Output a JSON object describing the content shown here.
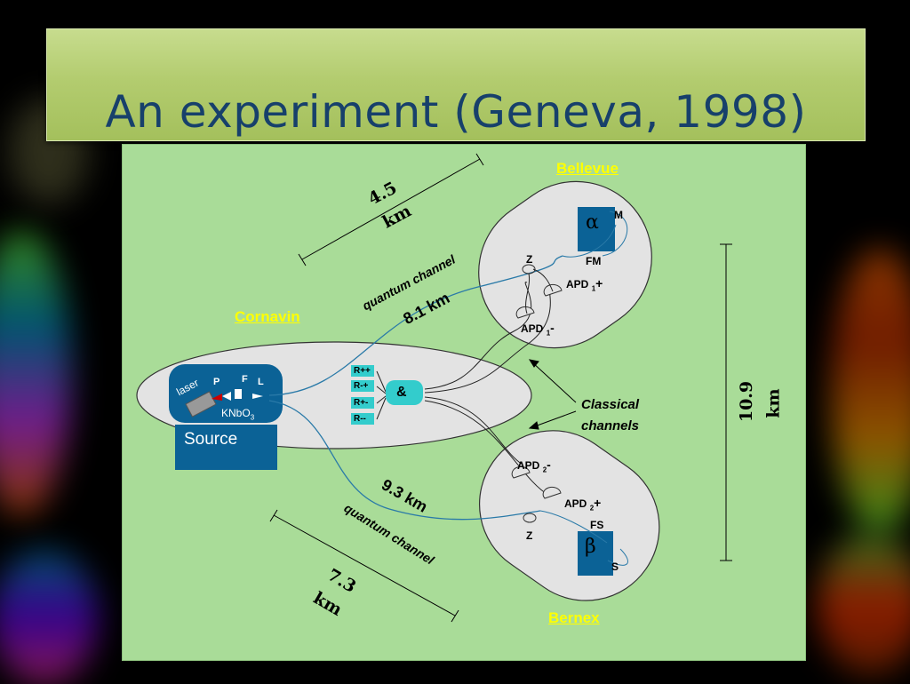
{
  "slide": {
    "title": "An experiment (Geneva, 1998)"
  },
  "diagram": {
    "places": {
      "bellevue": "Bellevue",
      "cornavin": "Cornavin",
      "bernex": "Bernex"
    },
    "distances": {
      "top_line_num": "4.5",
      "top_line_unit": "km",
      "upper_channel": "8.1 km",
      "lower_channel": "9.3 km",
      "bottom_line_num": "7.3",
      "bottom_line_unit": "km",
      "vertical_line_num": "10.9",
      "vertical_line_unit": "km"
    },
    "channels": {
      "quantum_upper": "quantum channel",
      "quantum_lower": "quantum channel",
      "classical_line1": "Classical",
      "classical_line2": "channels"
    },
    "source": {
      "label": "Source",
      "laser": "laser",
      "p": "P",
      "f": "F",
      "l": "L",
      "crystal": "KNbO",
      "crystal_sub": "3"
    },
    "coincidence": {
      "and": "&",
      "r1": "R++",
      "r2": "R-+",
      "r3": "R+-",
      "r4": "R--"
    },
    "bellevue_station": {
      "alpha": "α",
      "m_partial": "M",
      "fm": "FM",
      "z": "Z",
      "apd_plus": "APD",
      "apd_plus_sub": "1",
      "apd_plus_sign": "+",
      "apd_minus": "APD",
      "apd_minus_sub": "1",
      "apd_minus_sign": "-"
    },
    "bernex_station": {
      "beta": "β",
      "s_partial": "S",
      "fs": "FS",
      "z": "Z",
      "apd_plus": "APD",
      "apd_plus_sub": "2",
      "apd_plus_sign": "+",
      "apd_minus": "APD",
      "apd_minus_sub": "2",
      "apd_minus_sign": "-"
    }
  },
  "colors": {
    "title_text": "#17406b",
    "panel_bg": "#a9dc98",
    "station_fill": "#e3e3e3",
    "source_blue": "#0b6296",
    "cyan": "#33cccc",
    "place_yellow": "#ffff00"
  }
}
